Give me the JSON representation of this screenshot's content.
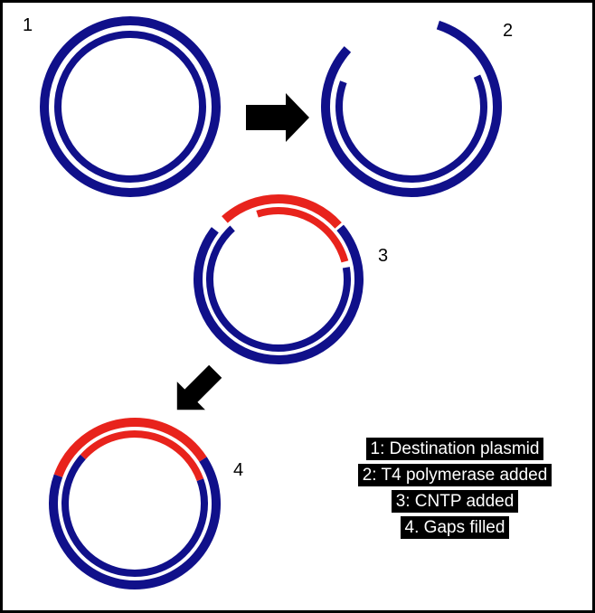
{
  "colors": {
    "plasmid_strand": "#10108a",
    "insert_strand": "#e8231c",
    "arrow": "#000000",
    "legend_background": "#000000",
    "legend_text": "#ffffff"
  },
  "step_labels": [
    "1",
    "2",
    "3",
    "4"
  ],
  "legend": [
    "1: Destination plasmid",
    "2: T4 polymerase added",
    "3: CNTP added",
    "4. Gaps filled"
  ]
}
